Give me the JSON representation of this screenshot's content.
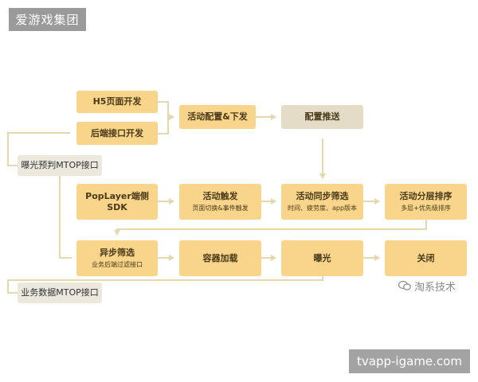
{
  "corner_label": "爱游戏集团",
  "footer_url": "tvapp-igame.com",
  "watermark": "淘系技术",
  "boxes": {
    "h5": "H5页面开发",
    "backend": "后端接口开发",
    "config_publish": "活动配置&下发",
    "config_push": "配置推送",
    "exposure_predict": "曝光预判MTOP接口",
    "poplayer": "PopLayer端侧SDK",
    "trigger": {
      "title": "活动触发",
      "detail": "页面切换&事件触发"
    },
    "sync_filter": {
      "title": "活动同步筛选",
      "detail": "时间、疲劳度、app版本"
    },
    "layered_sort": {
      "title": "活动分层排序",
      "detail": "多层+优先级排序"
    },
    "async_filter": {
      "title": "异步筛选",
      "detail": "业务后端过滤接口"
    },
    "container_load": "容器加载",
    "exposure": "曝光",
    "close": "关闭",
    "biz_data": "业务数据MTOP接口"
  },
  "colors": {
    "box_fill": "#f8d58a",
    "push_fill": "#e4dcc6",
    "side_fill": "#ece8de",
    "connector": "#e7d7ae"
  }
}
